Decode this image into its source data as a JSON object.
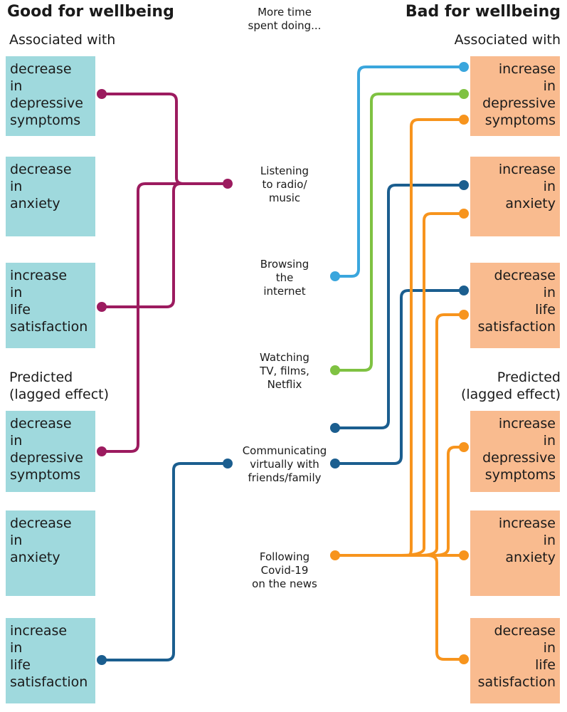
{
  "headers": {
    "good": "Good for wellbeing",
    "center": "More time\nspent doing...",
    "bad": "Bad for wellbeing"
  },
  "section_labels": {
    "good_associated": "Associated with",
    "good_predicted": "Predicted\n(lagged effect)",
    "bad_associated": "Associated with",
    "bad_predicted": "Predicted\n(lagged effect)"
  },
  "good_boxes": [
    "decrease\nin\ndepressive\nsymptoms",
    "decrease\nin\nanxiety",
    "increase\nin\nlife\nsatisfaction",
    "decrease\nin\ndepressive\nsymptoms",
    "decrease\nin\nanxiety",
    "increase\nin\nlife\nsatisfaction"
  ],
  "bad_boxes": [
    "increase\nin\ndepressive\nsymptoms",
    "increase\nin\nanxiety",
    "decrease\nin\nlife\nsatisfaction",
    "increase\nin\ndepressive\nsymptoms",
    "increase\nin\nanxiety",
    "decrease\nin\nlife\nsatisfaction"
  ],
  "activities": [
    "Listening\nto radio/\nmusic",
    "Browsing\nthe\ninternet",
    "Watching\nTV, films,\nNetflix",
    "Communicating\nvirtually with\nfriends/family",
    "Following\nCovid-19\non the news"
  ],
  "colors": {
    "radio_music": "#9c1b5f",
    "internet": "#3aa6dd",
    "tv": "#7fc242",
    "communicating": "#1b5e8f",
    "covid_news": "#f7941d",
    "good_box": "#9fd9dd",
    "bad_box": "#f9bb8f"
  }
}
